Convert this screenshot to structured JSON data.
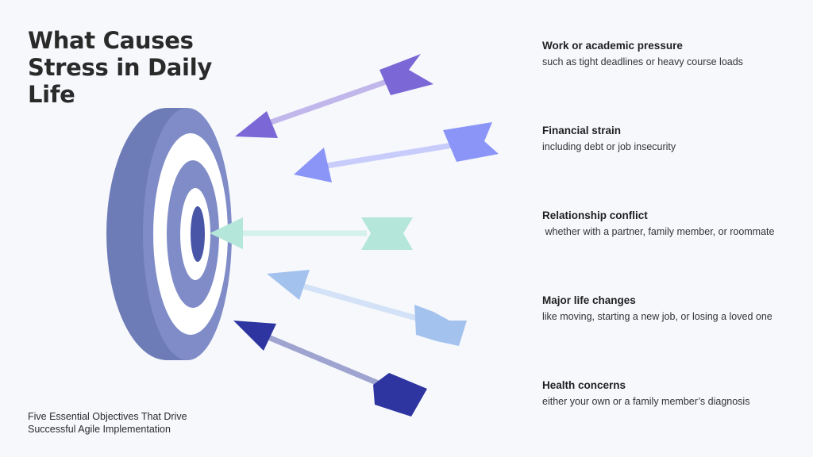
{
  "title": "What Causes Stress in Daily Life",
  "footer": "Five Essential Objectives That Drive Successful Agile Implementation",
  "causes": [
    {
      "heading": "Work or academic pressure",
      "detail": "such as tight deadlines or heavy course loads",
      "arrow_color": "#7b68d6"
    },
    {
      "heading": "Financial strain",
      "detail": "including debt or job insecurity",
      "arrow_color": "#8b95f7"
    },
    {
      "heading": "Relationship conflict",
      "detail": " whether with a partner, family member, or roommate",
      "arrow_color": "#b4e6d9"
    },
    {
      "heading": "Major life changes",
      "detail": "like moving, starting a new job, or losing a loved one",
      "arrow_color": "#a4c2ee"
    },
    {
      "heading": "Health concerns",
      "detail": "either your own or a family member’s diagnosis",
      "arrow_color": "#2e34a0"
    }
  ],
  "icons": {
    "target": "target-icon"
  }
}
